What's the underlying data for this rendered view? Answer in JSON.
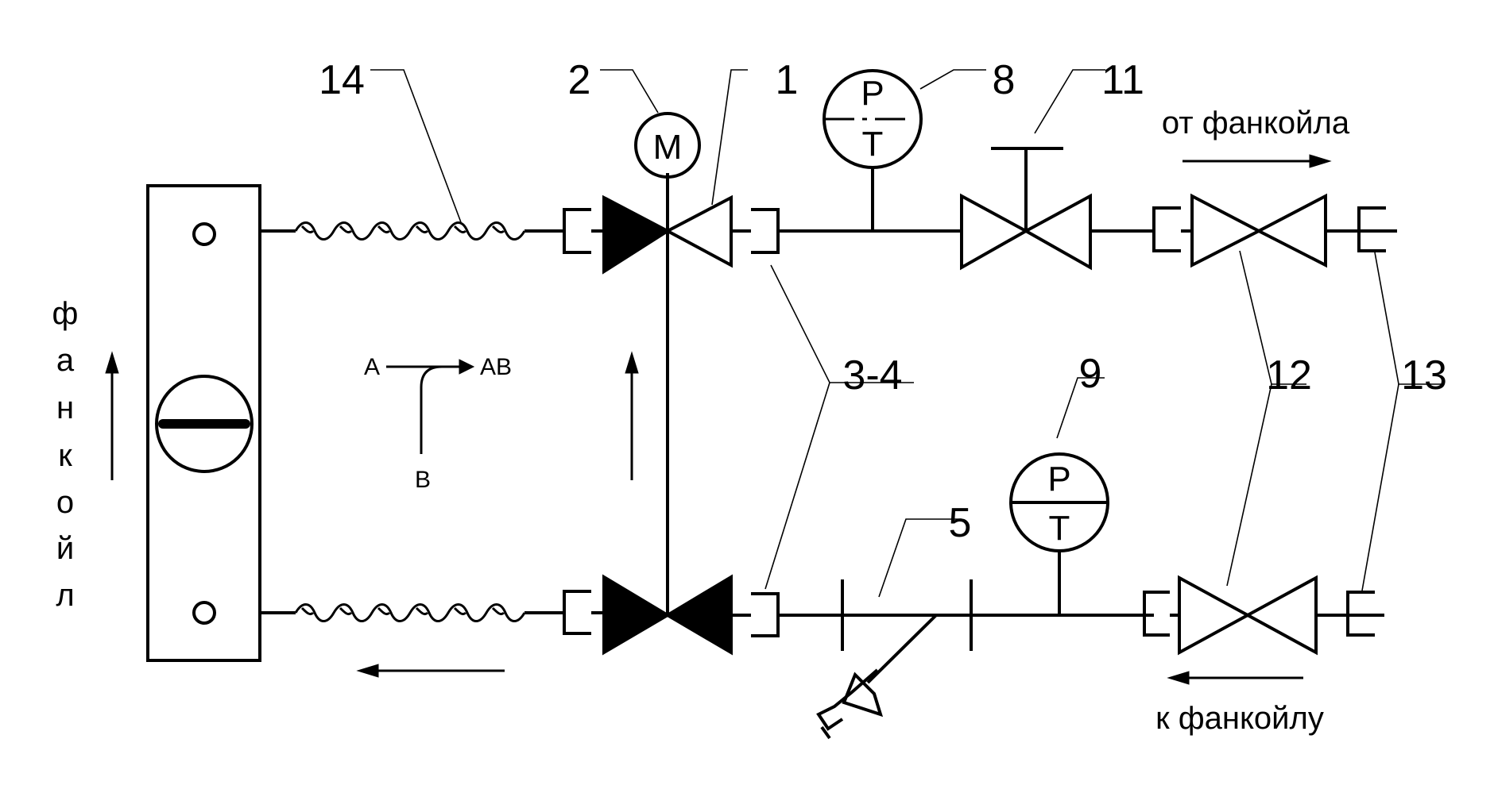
{
  "labels": {
    "l14": "14",
    "l2": "2",
    "l1": "1",
    "l8": "8",
    "l11": "11",
    "l34": "3-4",
    "l9": "9",
    "l5": "5",
    "l12": "12",
    "l13": "13"
  },
  "captions": {
    "from_fancoil": "от фанкойла",
    "to_fancoil": "к фанкойлу",
    "fancoil_vertical": [
      "ф",
      "а",
      "н",
      "к",
      "о",
      "й",
      "л"
    ]
  },
  "mixing": {
    "a": "A",
    "ab": "AB",
    "b": "B"
  },
  "actuator_letter": "M",
  "gauge": {
    "top": "P",
    "bottom": "T"
  }
}
